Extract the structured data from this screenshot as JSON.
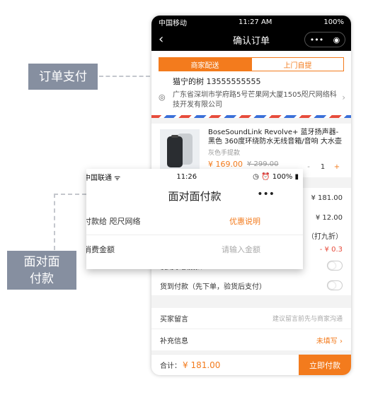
{
  "callouts": {
    "order_pay": "订单支付",
    "face_pay_line1": "面对面",
    "face_pay_line2": "付款"
  },
  "main_phone": {
    "status": {
      "carrier": "中国移动",
      "time": "11:27 AM",
      "battery": "100%"
    },
    "nav": {
      "title": "确认订单",
      "more": "•••"
    },
    "delivery_tabs": [
      "商家配送",
      "上门自提"
    ],
    "address": {
      "name_phone": "猫宁的树  13555555555",
      "detail": "广东省深圳市学府路5号芒果网大厦1505咫尺网络科技开发有限公司"
    },
    "product": {
      "name": "BoseSoundLink Revolve+ 蓝牙扬声器-黑色 360度环绕防水无线音箱/音响 大水壶",
      "spec": "灰色手提款",
      "price": "¥ 169.00",
      "original_price": "¥ 299.00",
      "minus": "-",
      "qty": "1",
      "plus": "+"
    },
    "summary_rows": [
      {
        "label": "",
        "value": "¥ 181.00"
      },
      {
        "label": "",
        "value": "¥ 12.00"
      },
      {
        "label": "",
        "value": "（打九折）"
      },
      {
        "label": "",
        "value": "- ¥ 0.3"
      }
    ],
    "toggle_rows": [
      {
        "label": "使用余额抵扣"
      },
      {
        "label": "货到付款（先下单，验货后支付）"
      }
    ],
    "extra_rows": [
      {
        "label": "买家留言",
        "value": "建议留言前先与商家沟通"
      },
      {
        "label": "补充信息",
        "value": "未填写"
      }
    ],
    "bottom": {
      "total_label": "合计：",
      "total": "¥ 181.00",
      "pay": "立即付款"
    }
  },
  "overlay_phone": {
    "status": {
      "carrier": "中国联通",
      "time": "11:26",
      "battery": "100%"
    },
    "nav": {
      "title": "面对面付款",
      "more": "•••"
    },
    "payee_label": "付款给  咫尺网络",
    "offer_link": "优惠说明",
    "amount_label": "消费金额",
    "amount_placeholder": "请输入金额"
  }
}
